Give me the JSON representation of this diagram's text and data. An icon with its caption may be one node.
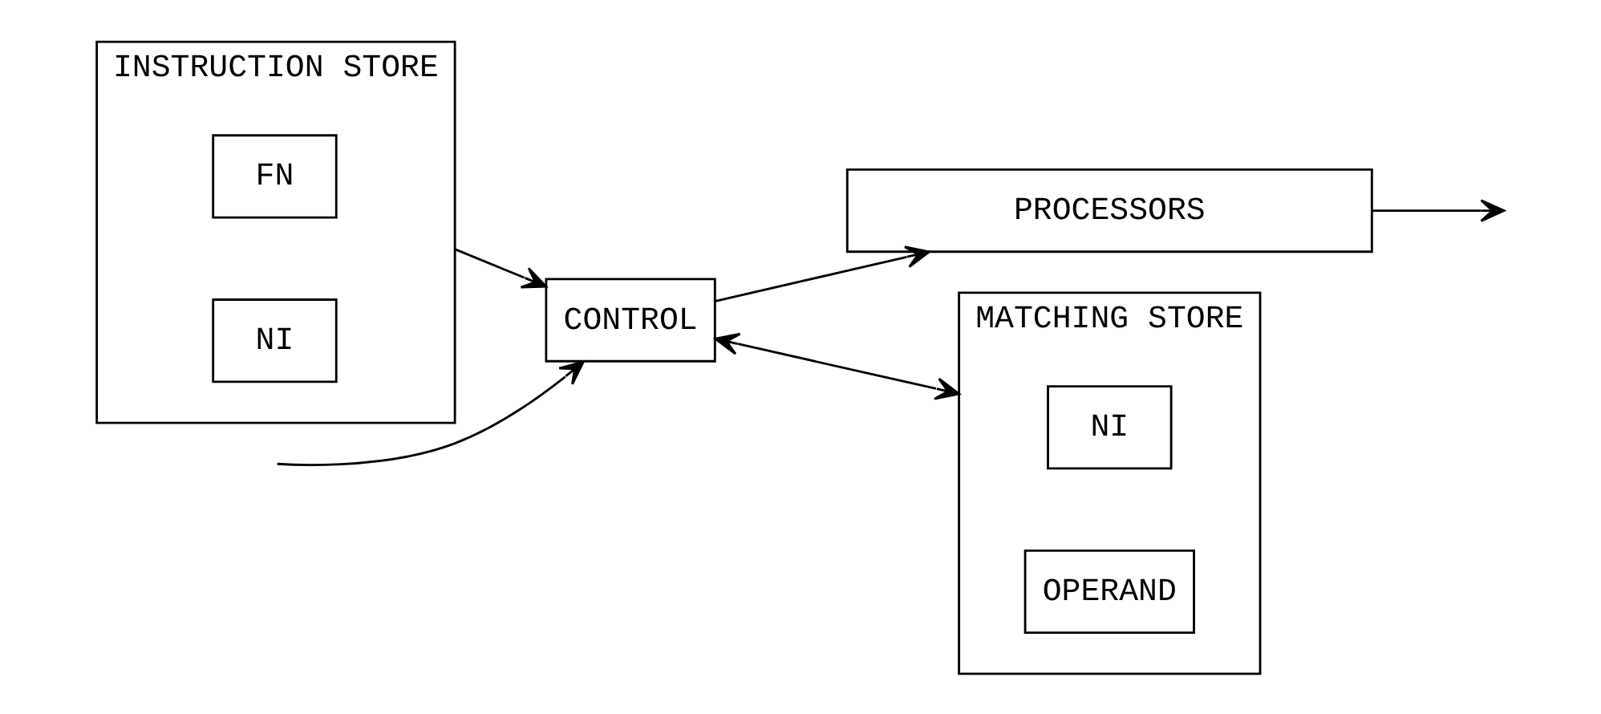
{
  "diagram": {
    "nodes": [
      {
        "text": [
          "INSTRUCTION STORE"
        ]
      },
      {
        "text": [
          "FN"
        ],
        "in": 0
      },
      {
        "text": [
          "NI"
        ],
        "in": 0
      },
      {
        "text": [
          "CONTROL"
        ]
      },
      {
        "text": [
          "PROCESSORS"
        ]
      },
      {
        "text": [
          "MATCHING STORE"
        ]
      },
      {
        "text": [
          "NI"
        ],
        "in": 5
      },
      {
        "text": [
          "OPERAND"
        ],
        "in": 5
      }
    ],
    "edges": [
      {
        "from": 0,
        "to": 3,
        "arrow": "to"
      },
      {
        "from": 3,
        "to": 4,
        "arrow": "to"
      },
      {
        "from": 4,
        "to": null,
        "arrow": "to"
      },
      {
        "from": null,
        "to": 3,
        "arrow": "to"
      },
      {
        "from": 3,
        "to": 5,
        "arrow": "both"
      }
    ]
  }
}
